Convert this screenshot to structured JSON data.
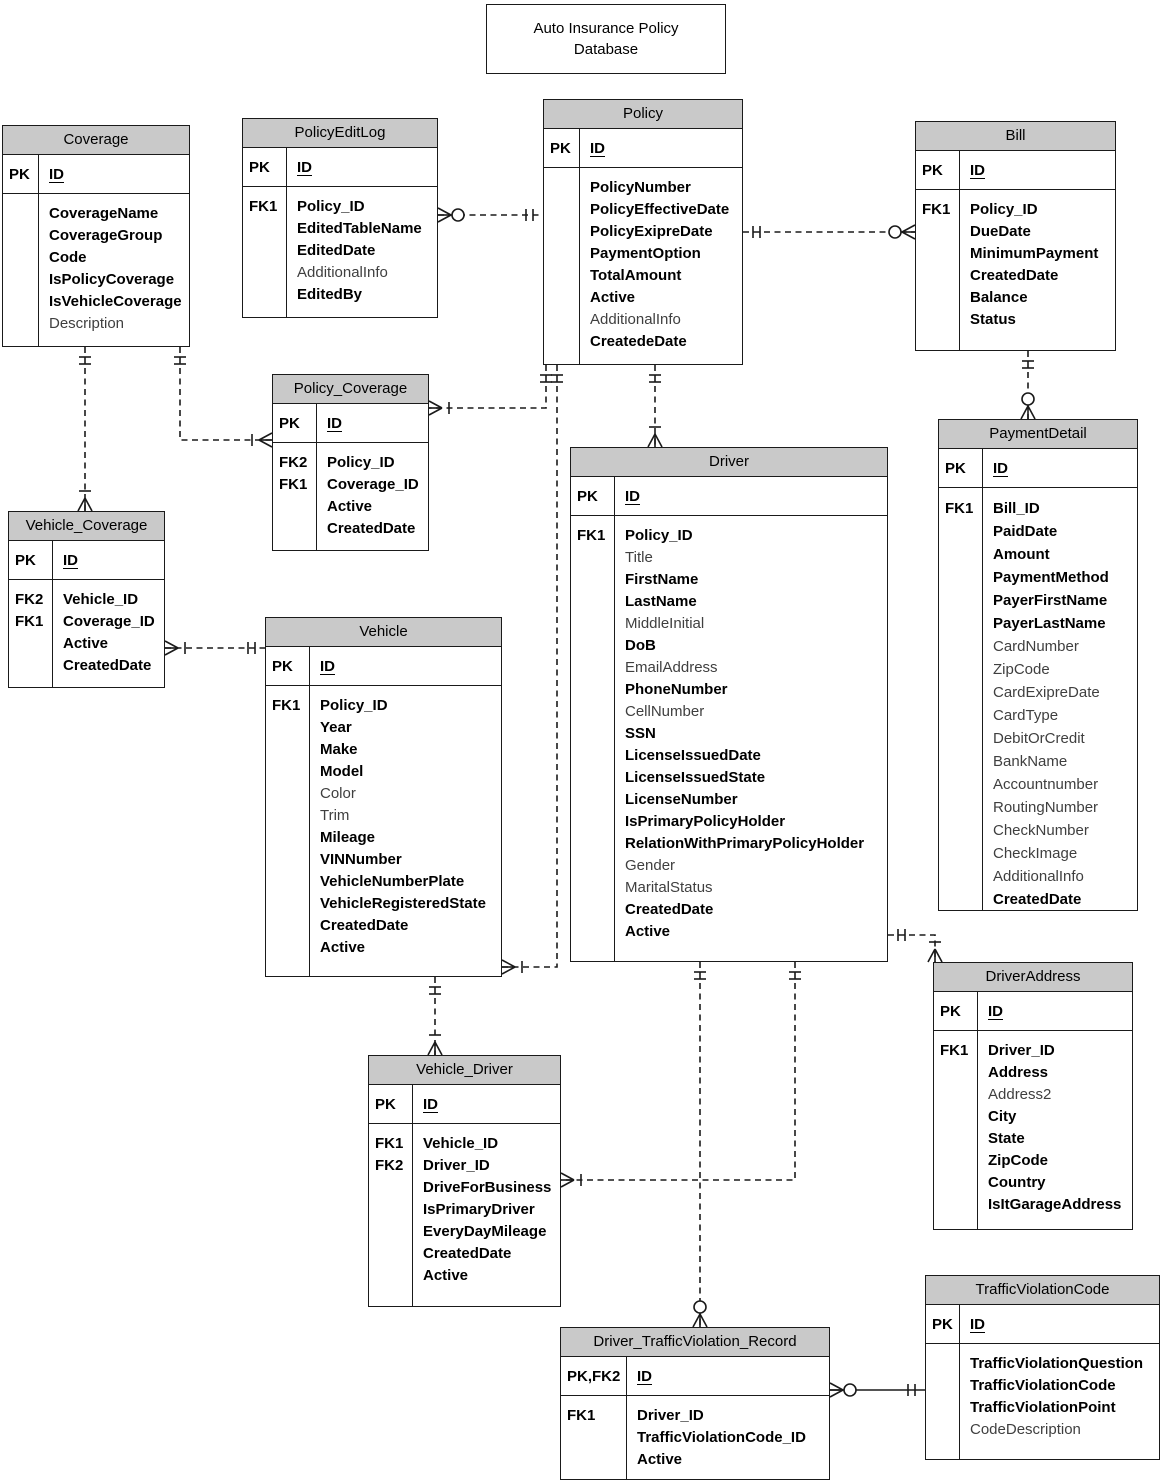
{
  "diagram_title": "Auto Insurance Policy Database",
  "colors": {
    "header_fill": "#c9c9c9",
    "border": "#1a1a1a",
    "text": "#000000",
    "nullable_text": "#3f3f3f",
    "background": "#ffffff"
  },
  "entities": [
    {
      "name": "Coverage",
      "pk_label": "PK",
      "pk_field": "ID",
      "rows": [
        {
          "key": "",
          "field": "CoverageName",
          "bold": true
        },
        {
          "key": "",
          "field": "CoverageGroup",
          "bold": true
        },
        {
          "key": "",
          "field": "Code",
          "bold": true
        },
        {
          "key": "",
          "field": "IsPolicyCoverage",
          "bold": true
        },
        {
          "key": "",
          "field": "IsVehicleCoverage",
          "bold": true
        },
        {
          "key": "",
          "field": "Description",
          "bold": false
        }
      ]
    },
    {
      "name": "PolicyEditLog",
      "pk_label": "PK",
      "pk_field": "ID",
      "rows": [
        {
          "key": "FK1",
          "field": "Policy_ID",
          "bold": true
        },
        {
          "key": "",
          "field": "EditedTableName",
          "bold": true
        },
        {
          "key": "",
          "field": "EditedDate",
          "bold": true
        },
        {
          "key": "",
          "field": "AdditionalInfo",
          "bold": false
        },
        {
          "key": "",
          "field": "EditedBy",
          "bold": true
        }
      ]
    },
    {
      "name": "Policy",
      "pk_label": "PK",
      "pk_field": "ID",
      "rows": [
        {
          "key": "",
          "field": "PolicyNumber",
          "bold": true
        },
        {
          "key": "",
          "field": "PolicyEffectiveDate",
          "bold": true
        },
        {
          "key": "",
          "field": "PolicyExipreDate",
          "bold": true
        },
        {
          "key": "",
          "field": "PaymentOption",
          "bold": true
        },
        {
          "key": "",
          "field": "TotalAmount",
          "bold": true
        },
        {
          "key": "",
          "field": "Active",
          "bold": true
        },
        {
          "key": "",
          "field": "AdditionalInfo",
          "bold": false
        },
        {
          "key": "",
          "field": "CreatedeDate",
          "bold": true
        }
      ]
    },
    {
      "name": "Bill",
      "pk_label": "PK",
      "pk_field": "ID",
      "rows": [
        {
          "key": "FK1",
          "field": "Policy_ID",
          "bold": true
        },
        {
          "key": "",
          "field": "DueDate",
          "bold": true
        },
        {
          "key": "",
          "field": "MinimumPayment",
          "bold": true
        },
        {
          "key": "",
          "field": "CreatedDate",
          "bold": true
        },
        {
          "key": "",
          "field": "Balance",
          "bold": true
        },
        {
          "key": "",
          "field": "Status",
          "bold": true
        }
      ]
    },
    {
      "name": "Policy_Coverage",
      "pk_label": "PK",
      "pk_field": "ID",
      "rows": [
        {
          "key": "FK2",
          "field": "Policy_ID",
          "bold": true
        },
        {
          "key": "FK1",
          "field": "Coverage_ID",
          "bold": true
        },
        {
          "key": "",
          "field": "Active",
          "bold": true
        },
        {
          "key": "",
          "field": "CreatedDate",
          "bold": true
        }
      ]
    },
    {
      "name": "Vehicle_Coverage",
      "pk_label": "PK",
      "pk_field": "ID",
      "rows": [
        {
          "key": "FK2",
          "field": "Vehicle_ID",
          "bold": true
        },
        {
          "key": "FK1",
          "field": "Coverage_ID",
          "bold": true
        },
        {
          "key": "",
          "field": "Active",
          "bold": true
        },
        {
          "key": "",
          "field": "CreatedDate",
          "bold": true
        }
      ]
    },
    {
      "name": "Vehicle",
      "pk_label": "PK",
      "pk_field": "ID",
      "rows": [
        {
          "key": "FK1",
          "field": "Policy_ID",
          "bold": true
        },
        {
          "key": "",
          "field": "Year",
          "bold": true
        },
        {
          "key": "",
          "field": "Make",
          "bold": true
        },
        {
          "key": "",
          "field": "Model",
          "bold": true
        },
        {
          "key": "",
          "field": "Color",
          "bold": false
        },
        {
          "key": "",
          "field": "Trim",
          "bold": false
        },
        {
          "key": "",
          "field": "Mileage",
          "bold": true
        },
        {
          "key": "",
          "field": "VINNumber",
          "bold": true
        },
        {
          "key": "",
          "field": "VehicleNumberPlate",
          "bold": true
        },
        {
          "key": "",
          "field": "VehicleRegisteredState",
          "bold": true
        },
        {
          "key": "",
          "field": "CreatedDate",
          "bold": true
        },
        {
          "key": "",
          "field": "Active",
          "bold": true
        }
      ]
    },
    {
      "name": "Driver",
      "pk_label": "PK",
      "pk_field": "ID",
      "rows": [
        {
          "key": "FK1",
          "field": "Policy_ID",
          "bold": true
        },
        {
          "key": "",
          "field": "Title",
          "bold": false
        },
        {
          "key": "",
          "field": "FirstName",
          "bold": true
        },
        {
          "key": "",
          "field": "LastName",
          "bold": true
        },
        {
          "key": "",
          "field": "MiddleInitial",
          "bold": false
        },
        {
          "key": "",
          "field": "DoB",
          "bold": true
        },
        {
          "key": "",
          "field": "EmailAddress",
          "bold": false
        },
        {
          "key": "",
          "field": "PhoneNumber",
          "bold": true
        },
        {
          "key": "",
          "field": "CellNumber",
          "bold": false
        },
        {
          "key": "",
          "field": "SSN",
          "bold": true
        },
        {
          "key": "",
          "field": "LicenseIssuedDate",
          "bold": true
        },
        {
          "key": "",
          "field": "LicenseIssuedState",
          "bold": true
        },
        {
          "key": "",
          "field": "LicenseNumber",
          "bold": true
        },
        {
          "key": "",
          "field": "IsPrimaryPolicyHolder",
          "bold": true
        },
        {
          "key": "",
          "field": "RelationWithPrimaryPolicyHolder",
          "bold": true
        },
        {
          "key": "",
          "field": "Gender",
          "bold": false
        },
        {
          "key": "",
          "field": "MaritalStatus",
          "bold": false
        },
        {
          "key": "",
          "field": "CreatedDate",
          "bold": true
        },
        {
          "key": "",
          "field": "Active",
          "bold": true
        }
      ]
    },
    {
      "name": "PaymentDetail",
      "pk_label": "PK",
      "pk_field": "ID",
      "rows": [
        {
          "key": "FK1",
          "field": "Bill_ID",
          "bold": true
        },
        {
          "key": "",
          "field": "PaidDate",
          "bold": true
        },
        {
          "key": "",
          "field": "Amount",
          "bold": true
        },
        {
          "key": "",
          "field": "PaymentMethod",
          "bold": true
        },
        {
          "key": "",
          "field": "PayerFirstName",
          "bold": true
        },
        {
          "key": "",
          "field": "PayerLastName",
          "bold": true
        },
        {
          "key": "",
          "field": "CardNumber",
          "bold": false
        },
        {
          "key": "",
          "field": "ZipCode",
          "bold": false
        },
        {
          "key": "",
          "field": "CardExipreDate",
          "bold": false
        },
        {
          "key": "",
          "field": "CardType",
          "bold": false
        },
        {
          "key": "",
          "field": "DebitOrCredit",
          "bold": false
        },
        {
          "key": "",
          "field": "BankName",
          "bold": false
        },
        {
          "key": "",
          "field": "Accountnumber",
          "bold": false
        },
        {
          "key": "",
          "field": "RoutingNumber",
          "bold": false
        },
        {
          "key": "",
          "field": "CheckNumber",
          "bold": false
        },
        {
          "key": "",
          "field": "CheckImage",
          "bold": false
        },
        {
          "key": "",
          "field": "AdditionalInfo",
          "bold": false
        },
        {
          "key": "",
          "field": "CreatedDate",
          "bold": true
        }
      ]
    },
    {
      "name": "DriverAddress",
      "pk_label": "PK",
      "pk_field": "ID",
      "rows": [
        {
          "key": "FK1",
          "field": "Driver_ID",
          "bold": true
        },
        {
          "key": "",
          "field": "Address",
          "bold": true
        },
        {
          "key": "",
          "field": "Address2",
          "bold": false
        },
        {
          "key": "",
          "field": "City",
          "bold": true
        },
        {
          "key": "",
          "field": "State",
          "bold": true
        },
        {
          "key": "",
          "field": "ZipCode",
          "bold": true
        },
        {
          "key": "",
          "field": "Country",
          "bold": true
        },
        {
          "key": "",
          "field": "IsItGarageAddress",
          "bold": true
        }
      ]
    },
    {
      "name": "Vehicle_Driver",
      "pk_label": "PK",
      "pk_field": "ID",
      "rows": [
        {
          "key": "FK1",
          "field": "Vehicle_ID",
          "bold": true
        },
        {
          "key": "FK2",
          "field": "Driver_ID",
          "bold": true
        },
        {
          "key": "",
          "field": "DriveForBusiness",
          "bold": true
        },
        {
          "key": "",
          "field": "IsPrimaryDriver",
          "bold": true
        },
        {
          "key": "",
          "field": "EveryDayMileage",
          "bold": true
        },
        {
          "key": "",
          "field": "CreatedDate",
          "bold": true
        },
        {
          "key": "",
          "field": "Active",
          "bold": true
        }
      ]
    },
    {
      "name": "Driver_TrafficViolation_Record",
      "pk_label": "PK,FK2",
      "pk_field": "ID",
      "rows": [
        {
          "key": "FK1",
          "field": "Driver_ID",
          "bold": true
        },
        {
          "key": "",
          "field": "TrafficViolationCode_ID",
          "bold": true
        },
        {
          "key": "",
          "field": "Active",
          "bold": true
        }
      ]
    },
    {
      "name": "TrafficViolationCode",
      "pk_label": "PK",
      "pk_field": "ID",
      "rows": [
        {
          "key": "",
          "field": "TrafficViolationQuestion",
          "bold": true
        },
        {
          "key": "",
          "field": "TrafficViolationCode",
          "bold": true
        },
        {
          "key": "",
          "field": "TrafficViolationPoint",
          "bold": true
        },
        {
          "key": "",
          "field": "CodeDescription",
          "bold": false
        }
      ]
    }
  ],
  "relationships": [
    {
      "from": "PolicyEditLog",
      "from_end": "zero-or-many",
      "to": "Policy",
      "to_end": "exactly-one",
      "line": "dashed"
    },
    {
      "from": "Policy",
      "from_end": "exactly-one",
      "to": "Bill",
      "to_end": "zero-or-many",
      "line": "dashed"
    },
    {
      "from": "Bill",
      "from_end": "exactly-one",
      "to": "PaymentDetail",
      "to_end": "zero-or-many",
      "line": "dashed"
    },
    {
      "from": "Policy",
      "from_end": "exactly-one",
      "to": "Policy_Coverage",
      "to_end": "one-or-many",
      "line": "dashed"
    },
    {
      "from": "Policy",
      "from_end": "exactly-one",
      "to": "Vehicle",
      "to_end": "one-or-many",
      "line": "dashed"
    },
    {
      "from": "Policy",
      "from_end": "exactly-one",
      "to": "Driver",
      "to_end": "one-or-many",
      "line": "dashed"
    },
    {
      "from": "Coverage",
      "from_end": "exactly-one",
      "to": "Policy_Coverage",
      "to_end": "one-or-many",
      "line": "dashed"
    },
    {
      "from": "Coverage",
      "from_end": "exactly-one",
      "to": "Vehicle_Coverage",
      "to_end": "one-or-many",
      "line": "dashed"
    },
    {
      "from": "Vehicle_Coverage",
      "from_end": "one-or-many",
      "to": "Vehicle",
      "to_end": "exactly-one",
      "line": "dashed"
    },
    {
      "from": "Vehicle",
      "from_end": "exactly-one",
      "to": "Vehicle_Driver",
      "to_end": "one-or-many",
      "line": "dashed"
    },
    {
      "from": "Driver",
      "from_end": "exactly-one",
      "to": "DriverAddress",
      "to_end": "one-or-many",
      "line": "dashed"
    },
    {
      "from": "Driver",
      "from_end": "exactly-one",
      "to": "Vehicle_Driver",
      "to_end": "one-or-many",
      "line": "dashed"
    },
    {
      "from": "Driver",
      "from_end": "exactly-one",
      "to": "Driver_TrafficViolation_Record",
      "to_end": "zero-or-many",
      "line": "dashed"
    },
    {
      "from": "Driver_TrafficViolation_Record",
      "from_end": "zero-or-many",
      "to": "TrafficViolationCode",
      "to_end": "exactly-one",
      "line": "solid"
    }
  ]
}
